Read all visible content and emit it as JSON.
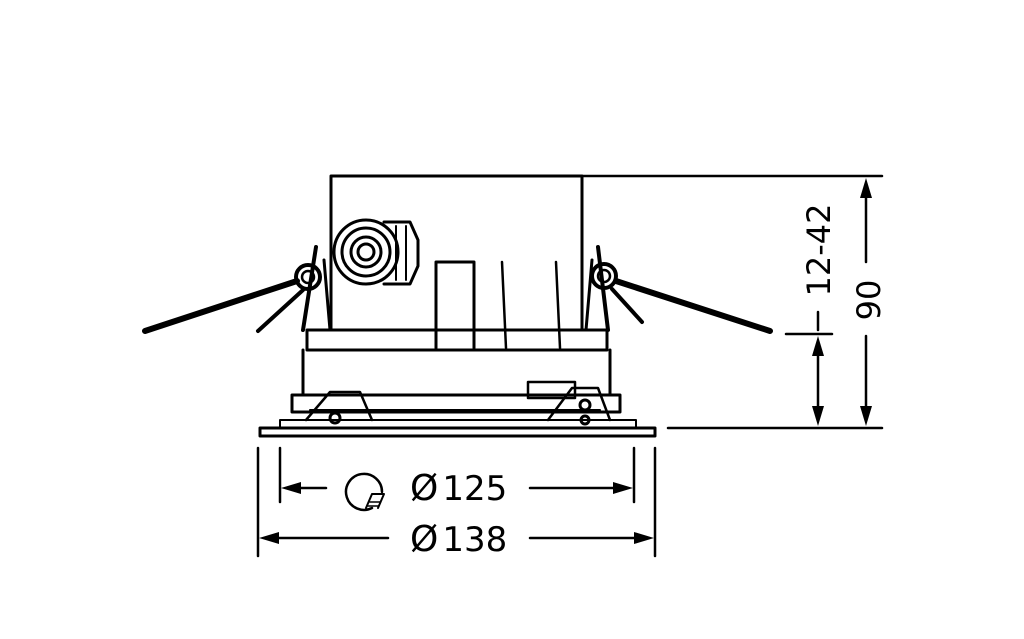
{
  "dimensions": {
    "height_total": "90",
    "height_adjust": "12-42",
    "diameter_cutout": "125",
    "diameter_outer": "138",
    "diameter_symbol": "Ø"
  },
  "icons": {
    "cutout_symbol": "hole-saw-cutout-icon",
    "diameter_symbol": "diameter-icon"
  },
  "colors": {
    "line": "#000000",
    "background": "#ffffff"
  }
}
